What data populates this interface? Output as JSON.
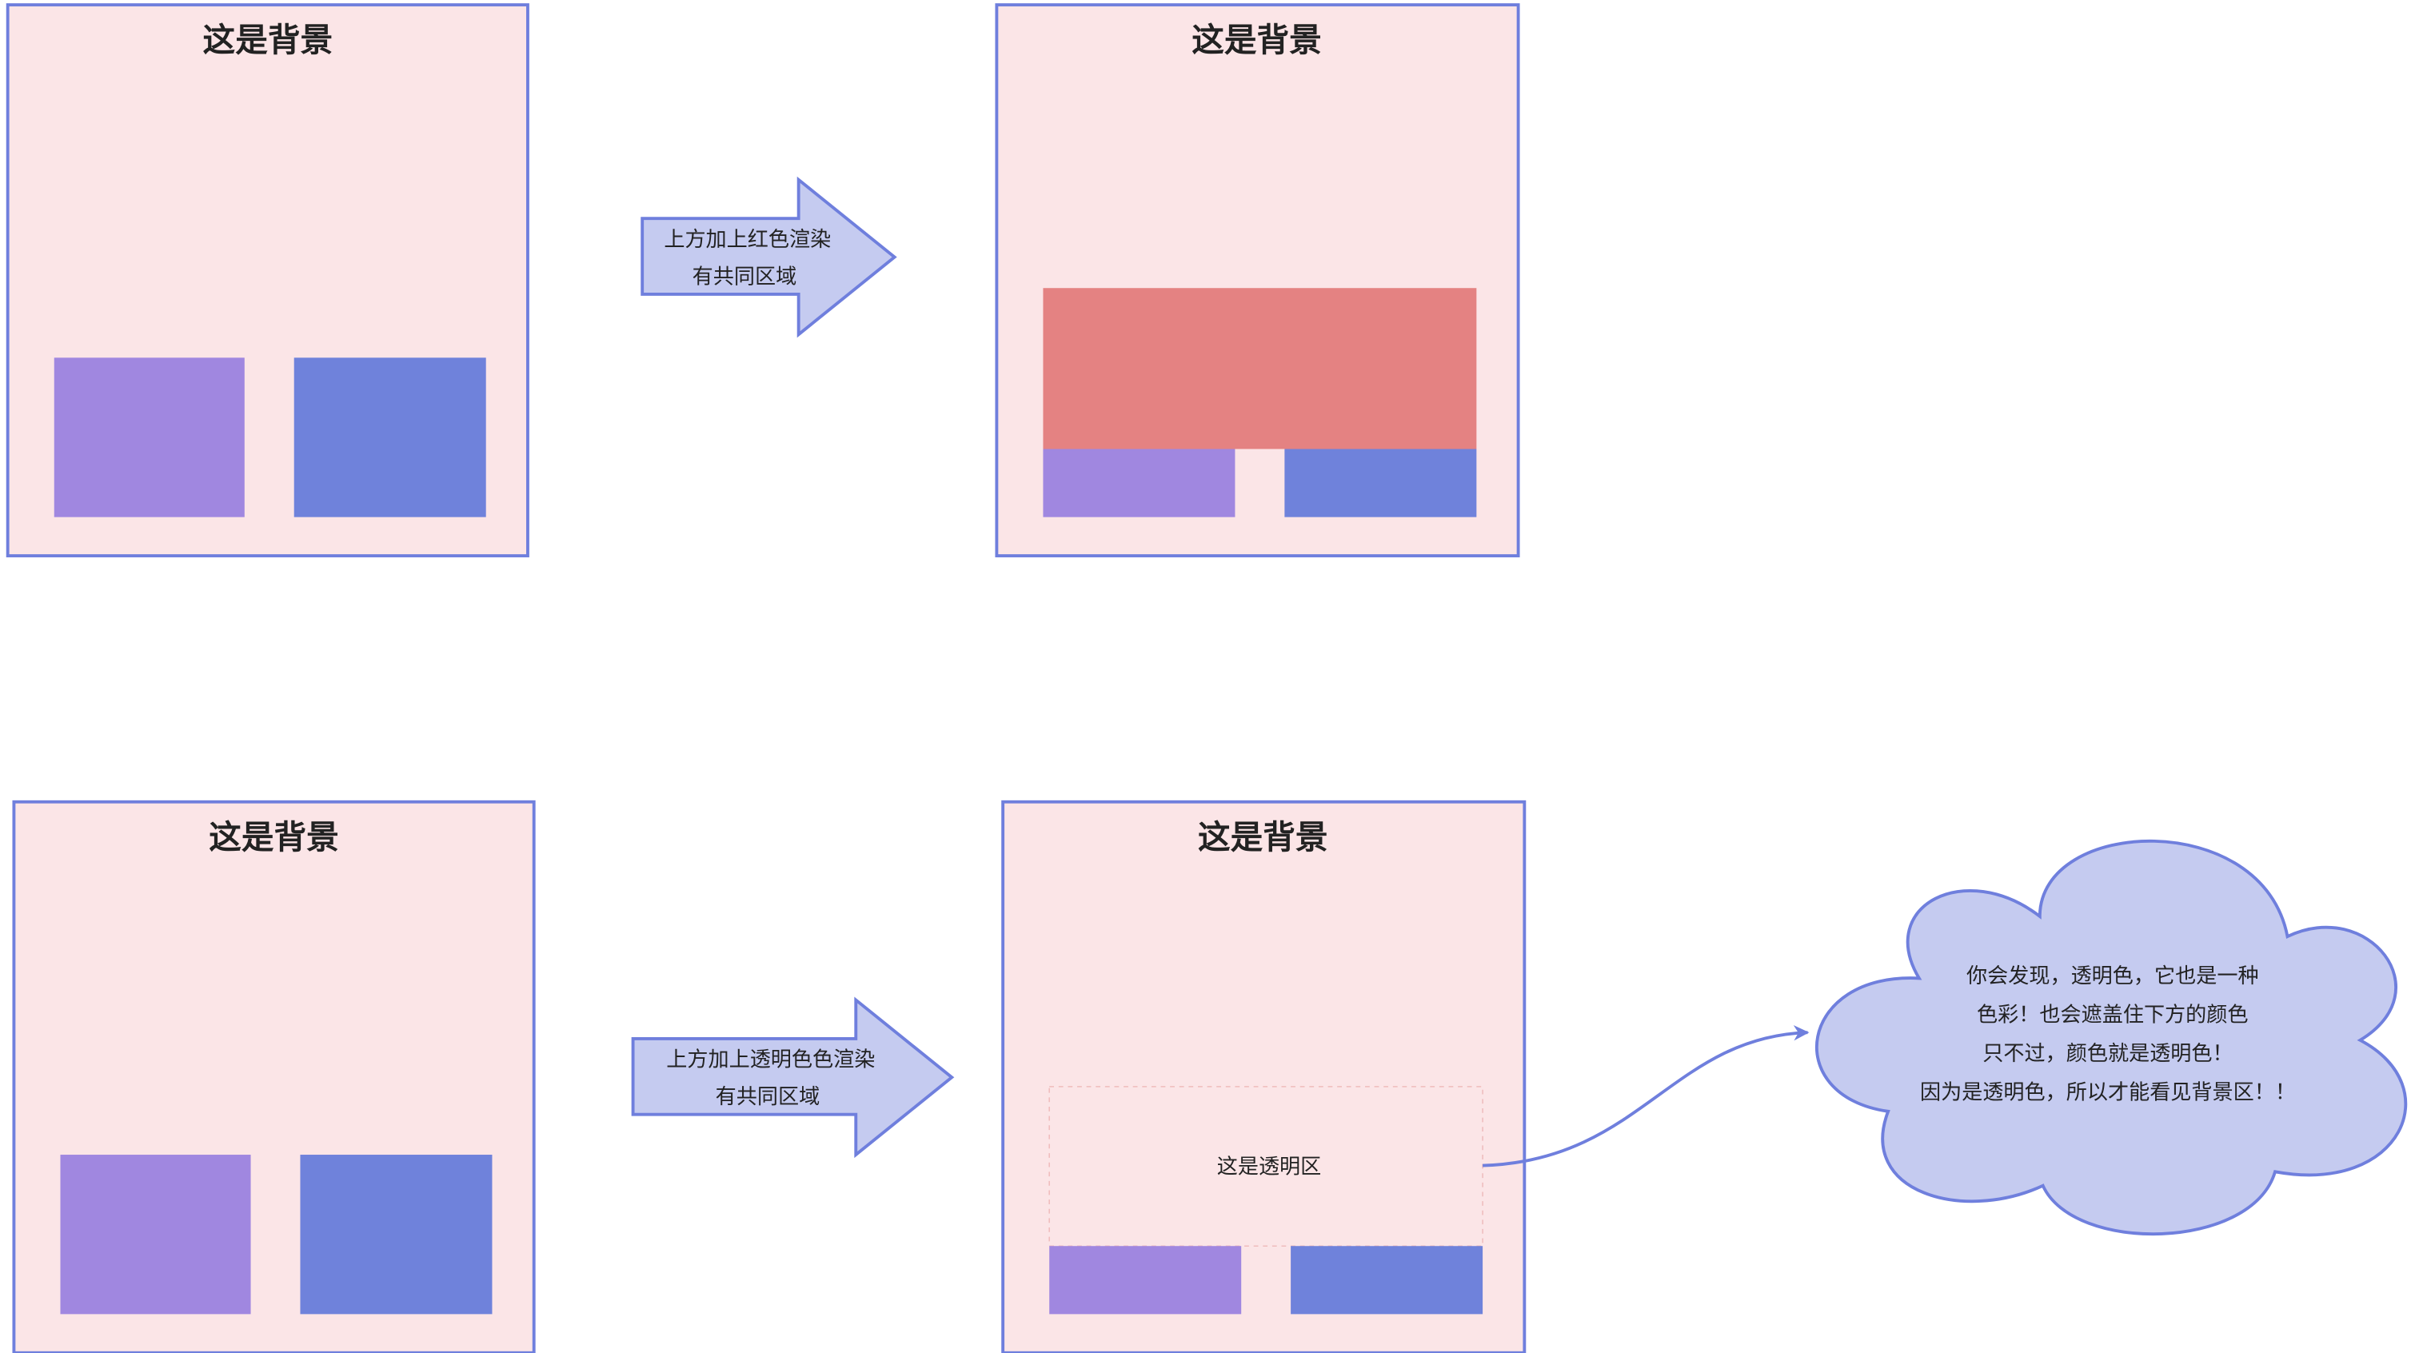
{
  "colors": {
    "background_fill": "#fbe5e7",
    "border": "#6f7fdd",
    "purple_block": "#a087e0",
    "blue_block": "#6f82db",
    "red_block": "#e48282",
    "arrow_fill": "#c5cbf0",
    "cloud_fill": "#c5cbf0"
  },
  "panels": [
    {
      "title": "这是背景"
    },
    {
      "title": "这是背景"
    },
    {
      "title": "这是背景"
    },
    {
      "title": "这是背景",
      "transparent_label": "这是透明区"
    }
  ],
  "arrows": [
    {
      "lines": [
        "上方加上红色渲染",
        "有共同区域"
      ]
    },
    {
      "lines": [
        "上方加上透明色色渲染",
        "有共同区域"
      ]
    }
  ],
  "cloud": {
    "lines": [
      "你会发现，透明色，它也是一种",
      "色彩！也会遮盖住下方的颜色",
      "只不过，颜色就是透明色！",
      "因为是透明色，所以才能看见背景区！！"
    ]
  }
}
